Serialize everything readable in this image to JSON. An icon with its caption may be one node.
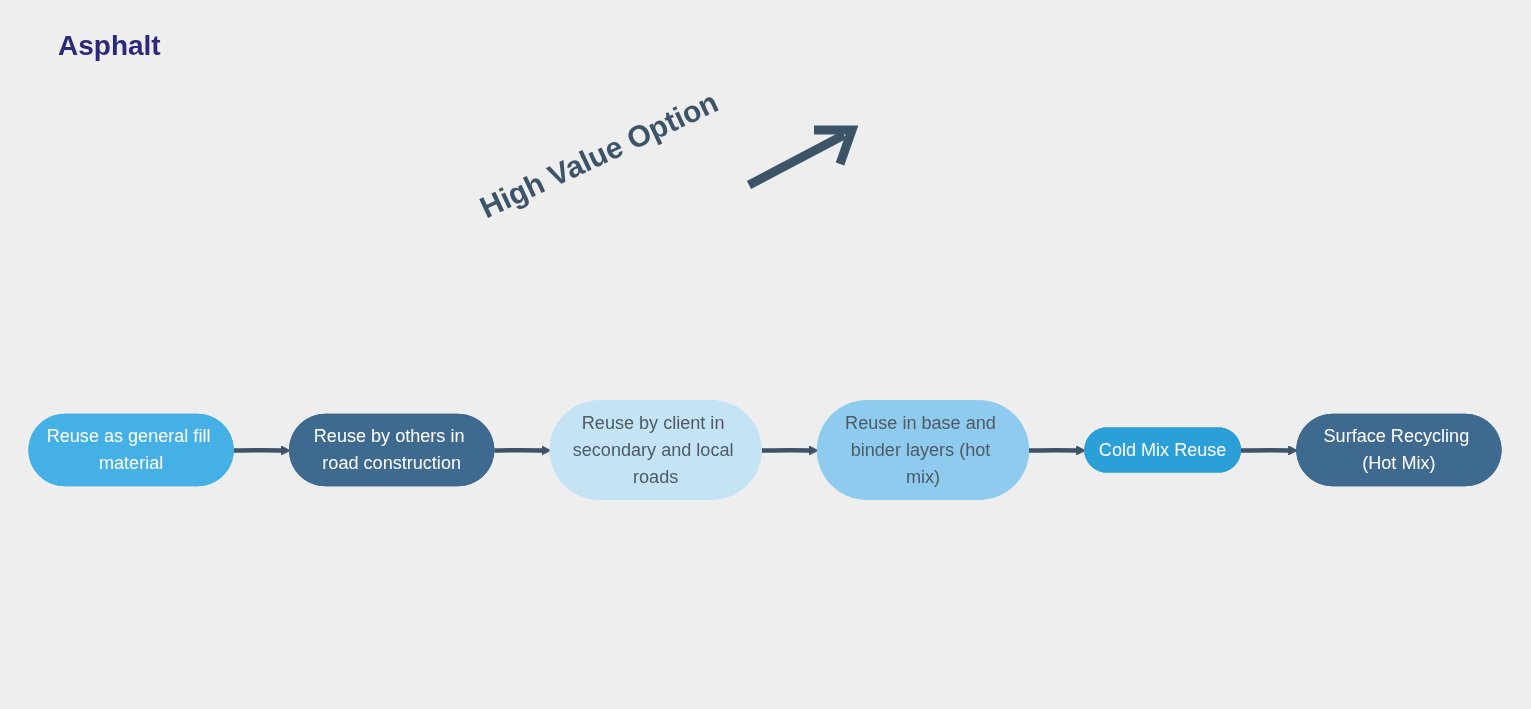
{
  "diagram": {
    "title": "Asphalt",
    "nodes": [
      {
        "text": [
          "Reuse as general fill material"
        ]
      },
      {
        "text": [
          "Reuse by others in road construction"
        ]
      },
      {
        "text": [
          "Reuse by client in secondary and local roads"
        ]
      },
      {
        "text": [
          "Reuse in base and binder layers (hot mix)"
        ]
      },
      {
        "text": [
          "Cold Mix Reuse"
        ]
      },
      {
        "text": [
          "Surface Recycling (Hot Mix)"
        ]
      }
    ],
    "edges": [
      {
        "from": 0,
        "to": 1,
        "arrow": "to"
      },
      {
        "from": 1,
        "to": 2,
        "arrow": "to"
      },
      {
        "from": 2,
        "to": 3,
        "arrow": "to"
      },
      {
        "from": 3,
        "to": 4,
        "arrow": "to"
      },
      {
        "from": 4,
        "to": 5,
        "arrow": "to"
      }
    ],
    "labels": [
      "High Value Option"
    ]
  }
}
